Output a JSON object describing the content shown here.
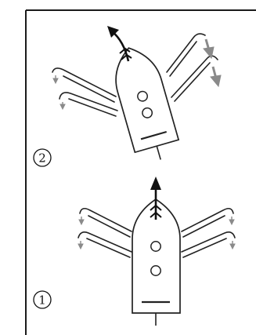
{
  "steps": [
    {
      "label": "2"
    },
    {
      "label": "1"
    }
  ],
  "colors": {
    "line": "#222222",
    "frame": "#1a1a1a",
    "arrow_dark": "#111111",
    "arrow_grey": "#8a8a8a",
    "background": "#ffffff"
  },
  "icons": {
    "boat": "rowboat-top-view",
    "heading": "arrow-up",
    "oar_stroke": "arrow-down"
  }
}
